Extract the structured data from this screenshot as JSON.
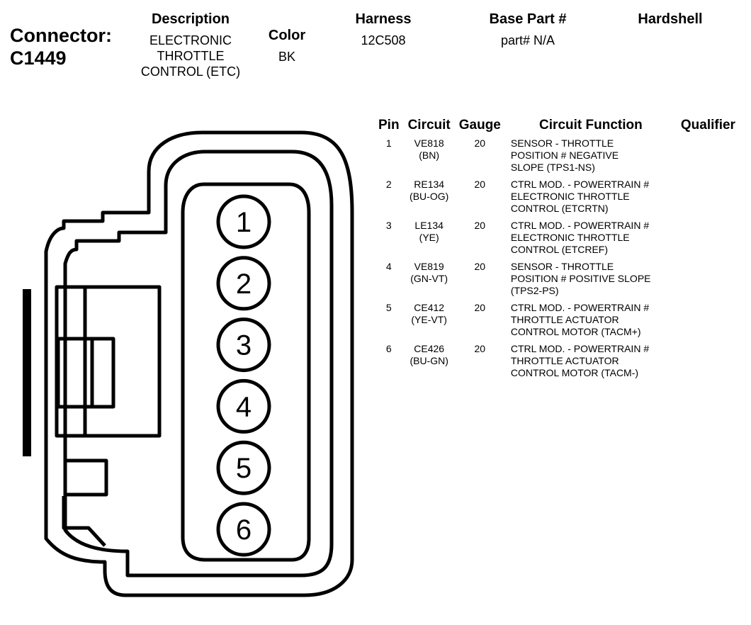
{
  "connector": {
    "label": "Connector:",
    "id": "C1449"
  },
  "header": {
    "description_label": "Description",
    "description_lines": [
      "ELECTRONIC",
      "THROTTLE",
      "CONTROL (ETC)"
    ],
    "color_label": "Color",
    "color_value": "BK",
    "harness_label": "Harness",
    "harness_value": "12C508",
    "base_part_label": "Base Part #",
    "base_part_value": "part# N/A",
    "hardshell_label": "Hardshell"
  },
  "table": {
    "columns": [
      "Pin",
      "Circuit",
      "Gauge",
      "Circuit Function",
      "Qualifier"
    ],
    "rows": [
      {
        "pin": "1",
        "circuit": "VE818",
        "color": "(BN)",
        "gauge": "20",
        "function": [
          "SENSOR - THROTTLE",
          "POSITION # NEGATIVE",
          "SLOPE (TPS1-NS)"
        ],
        "qualifier": ""
      },
      {
        "pin": "2",
        "circuit": "RE134",
        "color": "(BU-OG)",
        "gauge": "20",
        "function": [
          "CTRL MOD. - POWERTRAIN #",
          "ELECTRONIC THROTTLE",
          "CONTROL (ETCRTN)"
        ],
        "qualifier": ""
      },
      {
        "pin": "3",
        "circuit": "LE134",
        "color": "(YE)",
        "gauge": "20",
        "function": [
          "CTRL MOD. - POWERTRAIN #",
          "ELECTRONIC THROTTLE",
          "CONTROL (ETCREF)"
        ],
        "qualifier": ""
      },
      {
        "pin": "4",
        "circuit": "VE819",
        "color": "(GN-VT)",
        "gauge": "20",
        "function": [
          "SENSOR - THROTTLE",
          "POSITION # POSITIVE SLOPE",
          "(TPS2-PS)"
        ],
        "qualifier": ""
      },
      {
        "pin": "5",
        "circuit": "CE412",
        "color": "(YE-VT)",
        "gauge": "20",
        "function": [
          "CTRL MOD. - POWERTRAIN #",
          "THROTTLE ACTUATOR",
          "CONTROL MOTOR (TACM+)"
        ],
        "qualifier": ""
      },
      {
        "pin": "6",
        "circuit": "CE426",
        "color": "(BU-GN)",
        "gauge": "20",
        "function": [
          "CTRL MOD. - POWERTRAIN #",
          "THROTTLE ACTUATOR",
          "CONTROL MOTOR (TACM-)"
        ],
        "qualifier": ""
      }
    ]
  },
  "diagram": {
    "pin_labels": [
      "1",
      "2",
      "3",
      "4",
      "5",
      "6"
    ]
  }
}
